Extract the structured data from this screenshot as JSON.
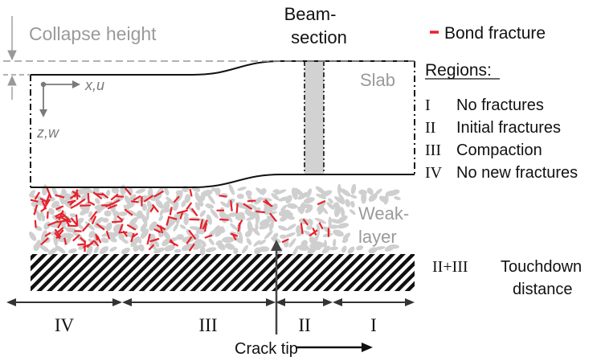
{
  "labels": {
    "collapse_height": "Collapse height",
    "beam_section_line1": "Beam-",
    "beam_section_line2": "section",
    "slab": "Slab",
    "weak_layer_line1": "Weak-",
    "weak_layer_line2": "layer",
    "crack_tip": "Crack tip",
    "axis_x": "x,u",
    "axis_z": "z,w"
  },
  "legend": {
    "bond_fracture": "Bond fracture",
    "regions_title": "Regions:",
    "regions": [
      {
        "numeral": "I",
        "label": "No fractures"
      },
      {
        "numeral": "II",
        "label": "Initial fractures"
      },
      {
        "numeral": "III",
        "label": "Compaction"
      },
      {
        "numeral": "IV",
        "label": "No new fractures"
      }
    ],
    "touchdown_numeral": "II+III",
    "touchdown_label_line1": "Touchdown",
    "touchdown_label_line2": "distance"
  },
  "bottom_regions": [
    {
      "numeral": "IV"
    },
    {
      "numeral": "III"
    },
    {
      "numeral": "II"
    },
    {
      "numeral": "I"
    }
  ],
  "colors": {
    "fracture": "#e8202a",
    "grain": "#cfcfcf",
    "gray_label": "#9a9a9a",
    "axis_gray": "#7a7a7a",
    "beam_fill": "#d2d2d2",
    "ink": "#111111"
  }
}
